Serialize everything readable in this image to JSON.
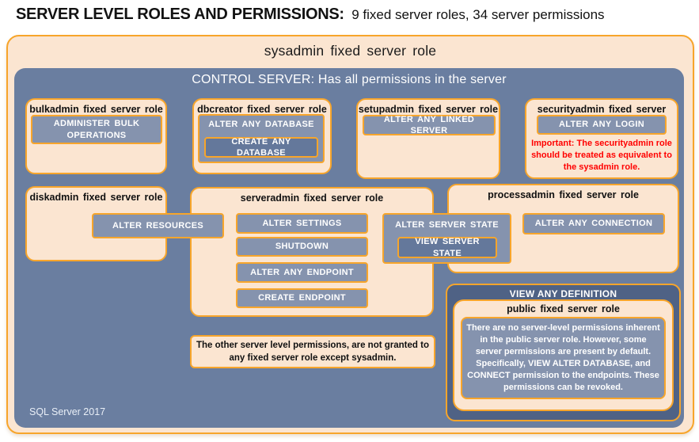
{
  "title": {
    "main": "SERVER LEVEL ROLES AND PERMISSIONS:",
    "sub": "9 fixed server roles, 34 server permissions"
  },
  "sysadmin": {
    "label": "sysadmin fixed server role"
  },
  "control_server": {
    "label": "CONTROL SERVER: Has all permissions in the server"
  },
  "roles": {
    "bulkadmin": {
      "title": "bulkadmin fixed server role",
      "permission": "ADMINISTER BULK OPERATIONS"
    },
    "dbcreator": {
      "title": "dbcreator fixed server role",
      "permission": "ALTER ANY DATABASE",
      "sub_permission": "CREATE ANY DATABASE"
    },
    "setupadmin": {
      "title": "setupadmin fixed server role",
      "permission": "ALTER ANY LINKED SERVER"
    },
    "securityadmin": {
      "title": "securityadmin fixed server role",
      "permission": "ALTER ANY LOGIN",
      "warning": "Important: The securityadmin role should be treated as equivalent to the sysadmin role."
    },
    "diskadmin": {
      "title": "diskadmin fixed server role",
      "permission": "ALTER RESOURCES"
    },
    "serveradmin": {
      "title": "serveradmin fixed server role",
      "permissions": [
        "ALTER SETTINGS",
        "SHUTDOWN",
        "ALTER ANY ENDPOINT",
        "CREATE ENDPOINT"
      ],
      "bridge_permission": "ALTER SERVER STATE",
      "bridge_sub_permission": "VIEW SERVER STATE"
    },
    "processadmin": {
      "title": "processadmin fixed server role",
      "permission": "ALTER ANY CONNECTION"
    },
    "public": {
      "parent_permission": "VIEW ANY DEFINITION",
      "title": "public fixed server role",
      "description": "There are no server-level permissions inherent in the public server role. However, some server permissions are present by default. Specifically, VIEW ALTER DATABASE, and CONNECT permission to the endpoints. These permissions can be revoked."
    }
  },
  "footnote": "The other server level permissions, are not granted to any fixed server role except sysadmin.",
  "footer": "SQL Server 2017",
  "colors": {
    "border_orange": "#F7A52B",
    "panel_peach": "#FBE5D1",
    "panel_blue": "#6A7EA0",
    "panel_blue_dark": "#4F6285",
    "permission_blue": "#8593AE",
    "permission_blue_nested": "#64789B",
    "warning_red": "#FF0000",
    "title_black": "#121212"
  }
}
